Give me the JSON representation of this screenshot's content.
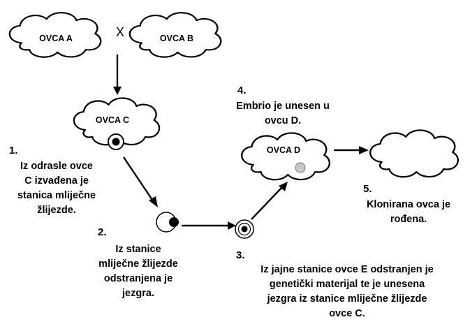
{
  "sheep": {
    "a": "OVCA A",
    "b": "OVCA B",
    "c": "OVCA C",
    "d": "OVCA D"
  },
  "cross_symbol": "X",
  "steps": {
    "s1": {
      "num": "1.",
      "lines": [
        "Iz odrasle ovce",
        "C izvađena je",
        "stanica mliječne",
        "žlijezde."
      ]
    },
    "s2": {
      "num": "2.",
      "lines": [
        "Iz stanice",
        "mliječne žlijezde",
        "odstranjena je",
        "jezgra."
      ]
    },
    "s3": {
      "num": "3.",
      "lines": [
        "Iz jajne stanice ovce E odstranjen je",
        "genetički materijal te je unesena",
        "jezgra iz stanice mliječne žlijezde",
        "ovce C."
      ]
    },
    "s4": {
      "num": "4.",
      "lines": [
        "Embrio je unesen u",
        "ovcu D."
      ]
    },
    "s5": {
      "num": "5.",
      "lines": [
        "Klonirana ovca je",
        "rođena."
      ]
    }
  },
  "colors": {
    "outline": "#000000",
    "nucleus_dark": "#000000",
    "embryo_fill": "#c8c8c8"
  }
}
